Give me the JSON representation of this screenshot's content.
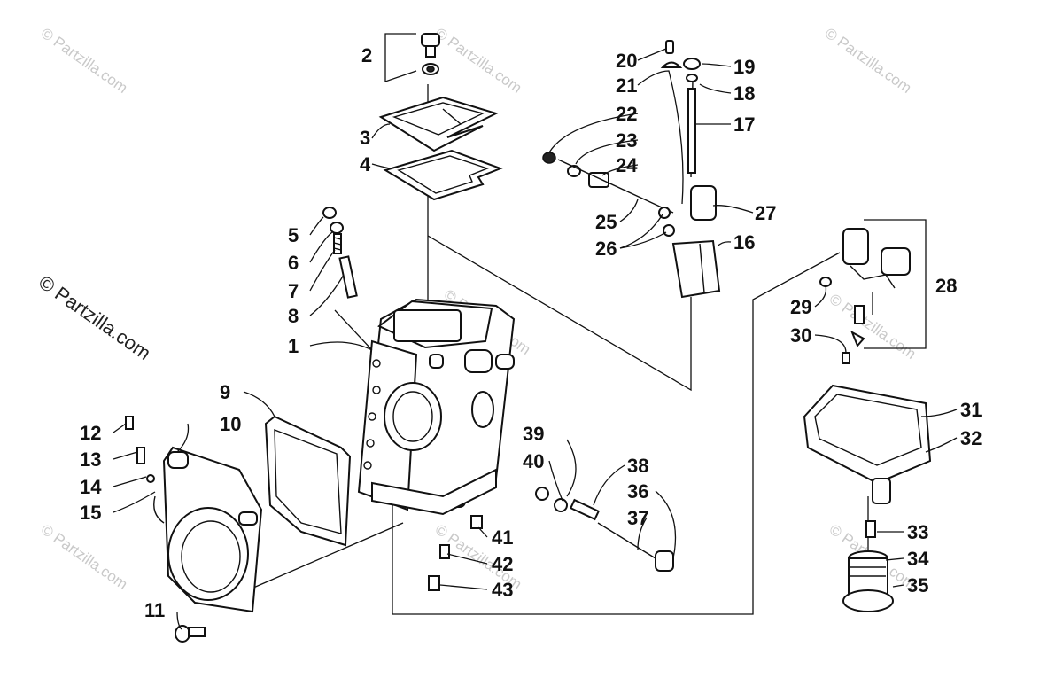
{
  "diagram": {
    "labels": [
      "1",
      "2",
      "3",
      "4",
      "5",
      "6",
      "7",
      "8",
      "9",
      "10",
      "11",
      "12",
      "13",
      "14",
      "15",
      "16",
      "17",
      "18",
      "19",
      "20",
      "21",
      "22",
      "23",
      "24",
      "25",
      "26",
      "27",
      "28",
      "29",
      "30",
      "31",
      "32",
      "33",
      "34",
      "35",
      "36",
      "37",
      "38",
      "39",
      "40",
      "41",
      "42",
      "43"
    ],
    "watermark_main": "© Partzilla.com",
    "watermark_small": "© Partzilla.com"
  }
}
